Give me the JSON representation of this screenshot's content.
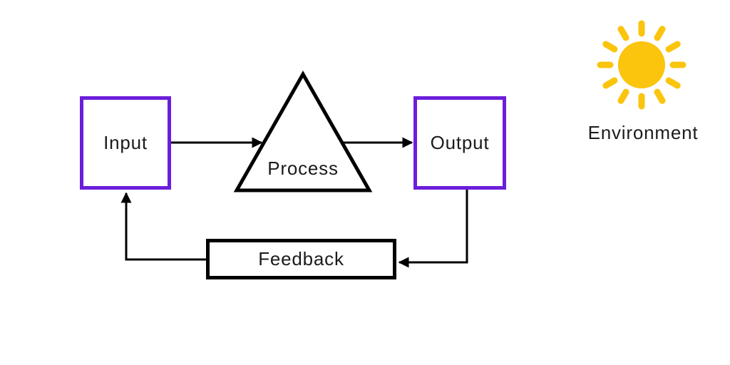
{
  "title": "system-feedback-loop-diagram",
  "nodes": {
    "input": {
      "label": "Input"
    },
    "process": {
      "label": "Process"
    },
    "output": {
      "label": "Output"
    },
    "feedback": {
      "label": "Feedback"
    },
    "environment": {
      "label": "Environment"
    }
  },
  "edges": [
    {
      "from": "input",
      "to": "process"
    },
    {
      "from": "process",
      "to": "output"
    },
    {
      "from": "output",
      "to": "feedback"
    },
    {
      "from": "feedback",
      "to": "input"
    }
  ],
  "icons": {
    "environment": "sun-icon"
  },
  "colors": {
    "io_border": "#6C1DDB",
    "line": "#000000",
    "sun": "#FBC40D",
    "text": "#1B1B1B",
    "background": "#FFFFFF"
  }
}
